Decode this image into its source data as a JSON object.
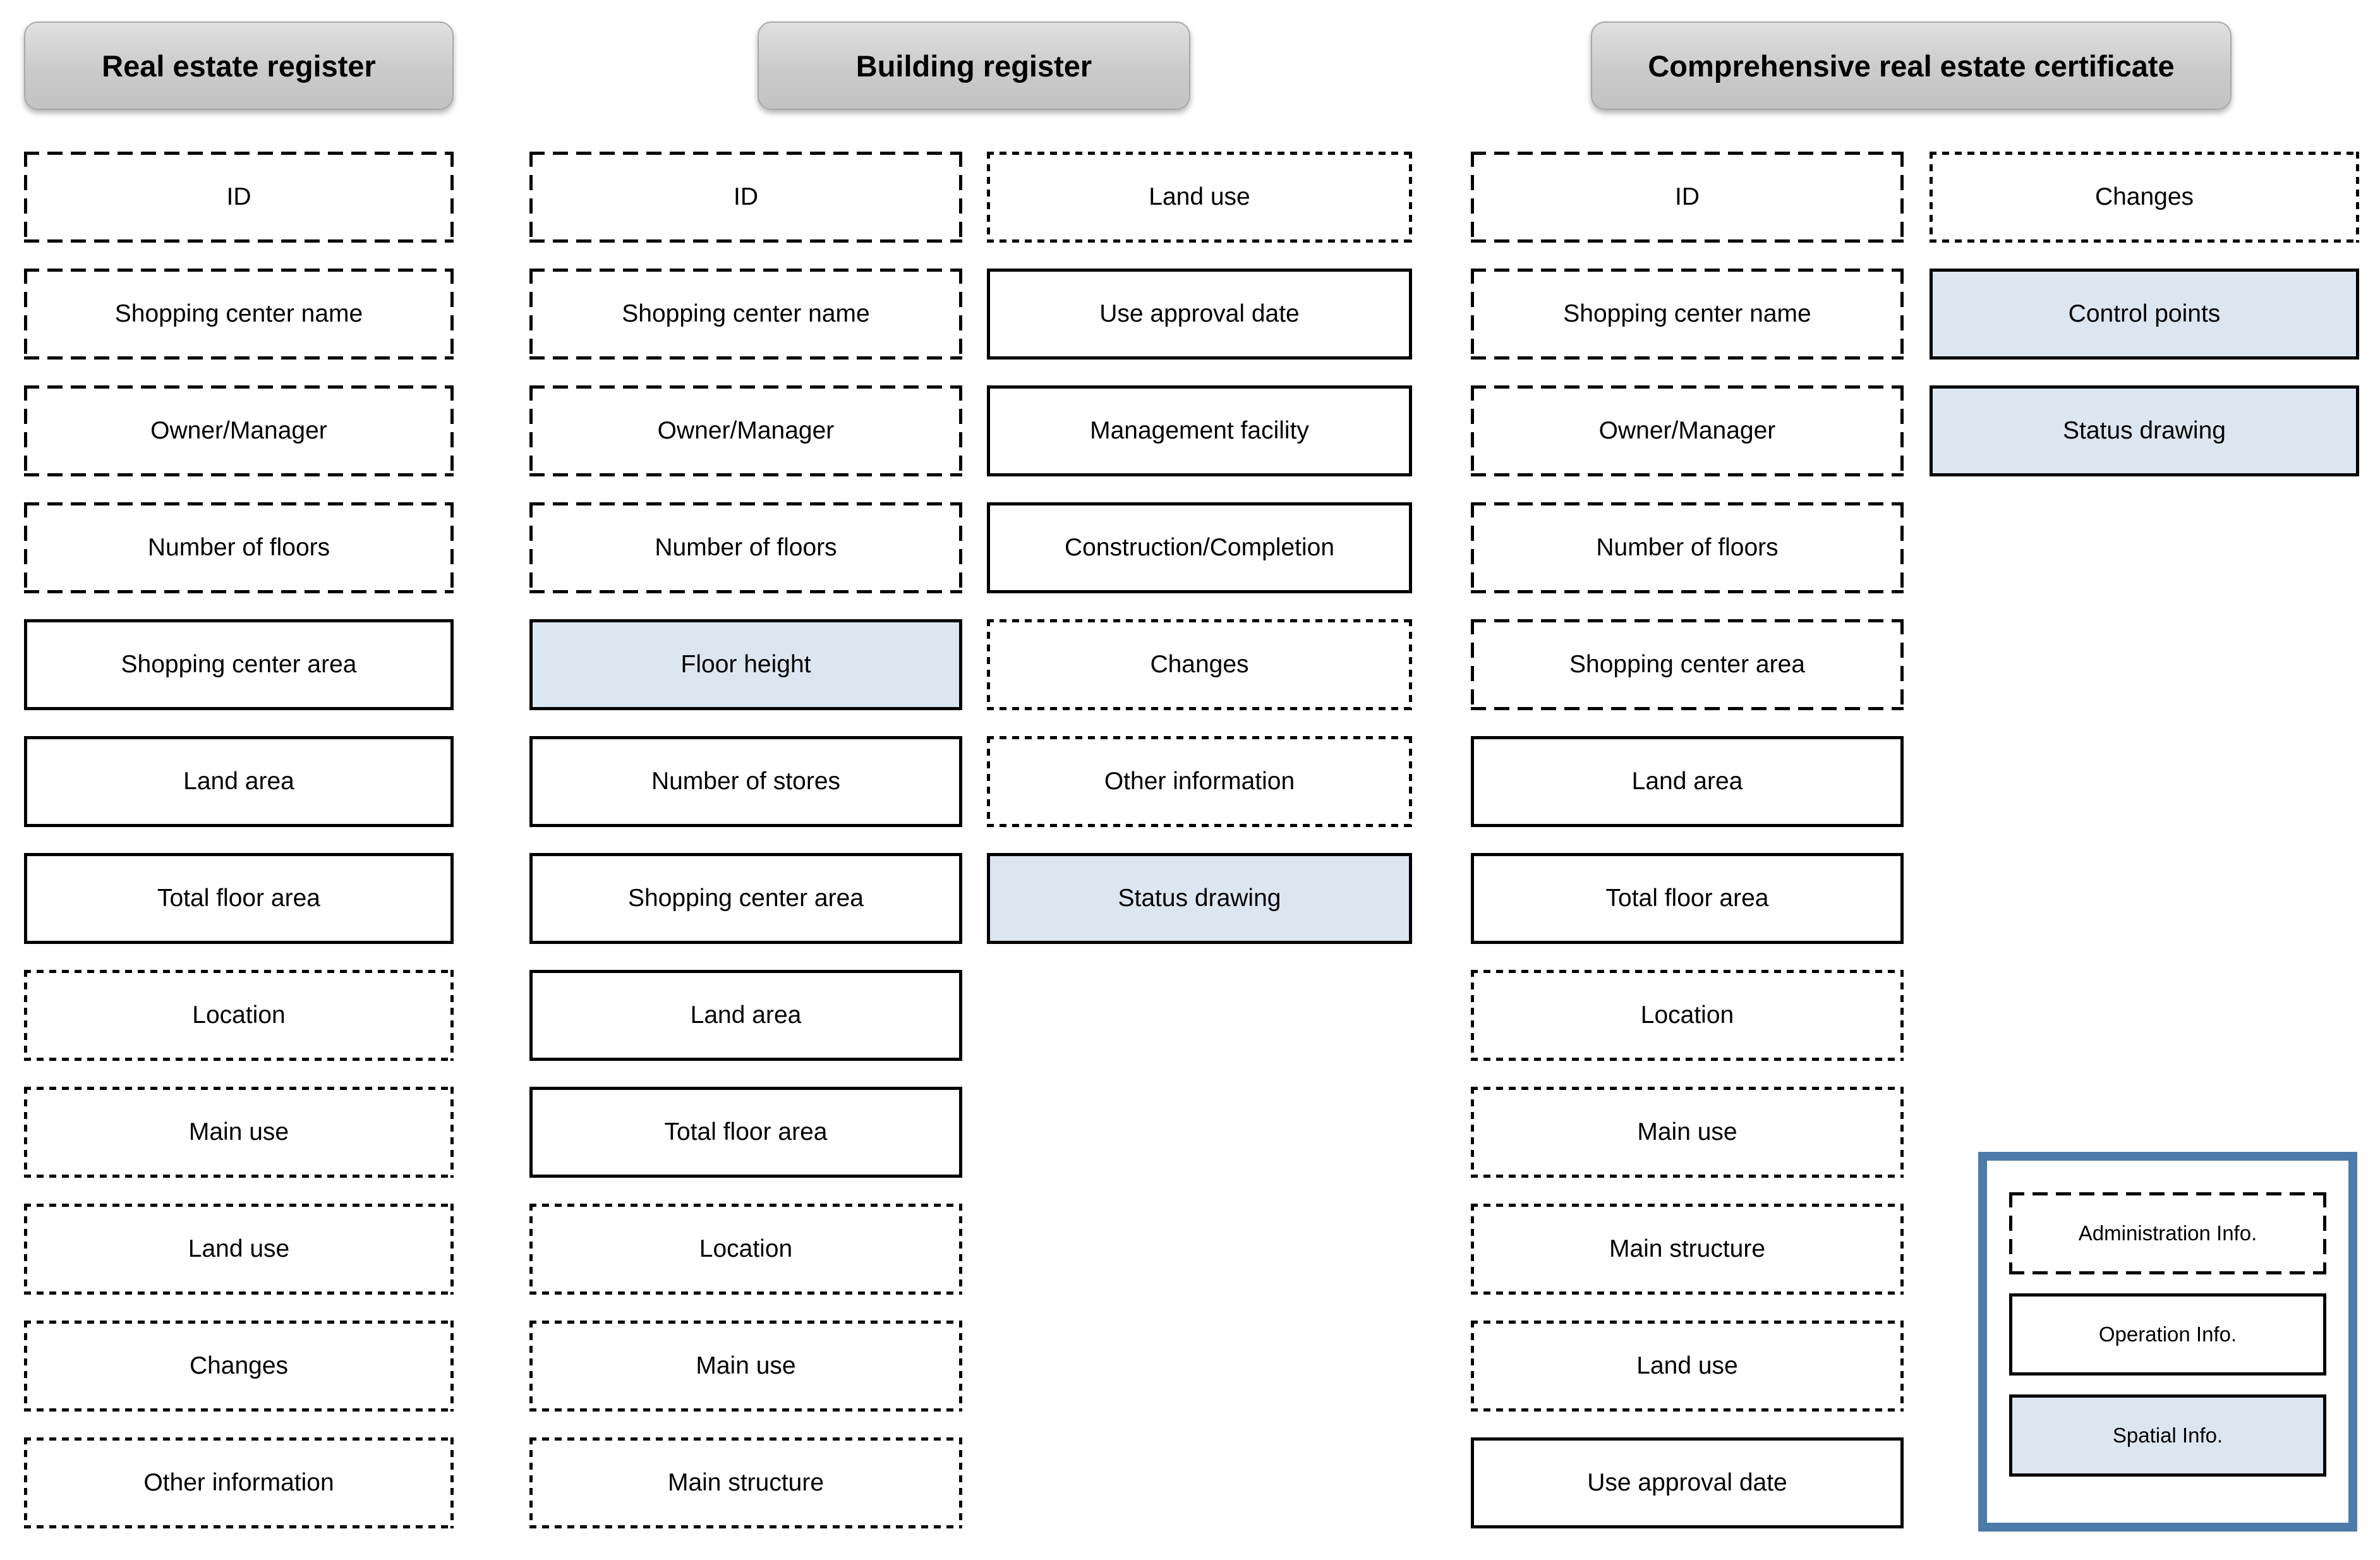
{
  "headers": {
    "real_estate": "Real estate register",
    "building": "Building register",
    "comprehensive": "Comprehensive real estate certificate"
  },
  "columns": {
    "real_estate": [
      {
        "label": "ID",
        "style": "dash-long"
      },
      {
        "label": "Shopping center name",
        "style": "dash-long"
      },
      {
        "label": "Owner/Manager",
        "style": "dash-long"
      },
      {
        "label": "Number of floors",
        "style": "dash-long"
      },
      {
        "label": "Shopping center area",
        "style": "solid"
      },
      {
        "label": "Land area",
        "style": "solid"
      },
      {
        "label": "Total floor area",
        "style": "solid"
      },
      {
        "label": "Location",
        "style": "dash-short"
      },
      {
        "label": "Main use",
        "style": "dash-short"
      },
      {
        "label": "Land use",
        "style": "dash-short"
      },
      {
        "label": "Changes",
        "style": "dash-short"
      },
      {
        "label": "Other information",
        "style": "dash-short"
      }
    ],
    "building_main": [
      {
        "label": "ID",
        "style": "dash-long"
      },
      {
        "label": "Shopping center name",
        "style": "dash-long"
      },
      {
        "label": "Owner/Manager",
        "style": "dash-long"
      },
      {
        "label": "Number of floors",
        "style": "dash-long"
      },
      {
        "label": "Floor height",
        "style": "spatial"
      },
      {
        "label": "Number of stores",
        "style": "solid"
      },
      {
        "label": "Shopping center area",
        "style": "solid"
      },
      {
        "label": "Land area",
        "style": "solid"
      },
      {
        "label": "Total floor area",
        "style": "solid"
      },
      {
        "label": "Location",
        "style": "dash-short"
      },
      {
        "label": "Main use",
        "style": "dash-short"
      },
      {
        "label": "Main structure",
        "style": "dash-short"
      }
    ],
    "building_side": [
      {
        "label": "Land use",
        "style": "dash-short"
      },
      {
        "label": "Use approval date",
        "style": "solid"
      },
      {
        "label": "Management facility",
        "style": "solid"
      },
      {
        "label": "Construction/Completion",
        "style": "solid"
      },
      {
        "label": "Changes",
        "style": "dash-short"
      },
      {
        "label": "Other information",
        "style": "dash-short"
      },
      {
        "label": "Status drawing",
        "style": "spatial"
      }
    ],
    "comprehensive_main": [
      {
        "label": "ID",
        "style": "dash-long"
      },
      {
        "label": "Shopping center name",
        "style": "dash-long"
      },
      {
        "label": "Owner/Manager",
        "style": "dash-long"
      },
      {
        "label": "Number of floors",
        "style": "dash-long"
      },
      {
        "label": "Shopping center area",
        "style": "dash-long"
      },
      {
        "label": "Land area",
        "style": "solid"
      },
      {
        "label": "Total floor area",
        "style": "solid"
      },
      {
        "label": "Location",
        "style": "dash-short"
      },
      {
        "label": "Main use",
        "style": "dash-short"
      },
      {
        "label": "Main structure",
        "style": "dash-short"
      },
      {
        "label": "Land use",
        "style": "dash-short"
      },
      {
        "label": "Use approval date",
        "style": "solid"
      }
    ],
    "comprehensive_side": [
      {
        "label": "Changes",
        "style": "dash-short"
      },
      {
        "label": "Control points",
        "style": "spatial"
      },
      {
        "label": "Status drawing",
        "style": "spatial"
      }
    ]
  },
  "legend": {
    "items": [
      {
        "label": "Administration Info.",
        "style": "dash-long"
      },
      {
        "label": "Operation Info.",
        "style": "solid"
      },
      {
        "label": "Spatial Info.",
        "style": "spatial"
      }
    ]
  },
  "colors": {
    "spatial_fill": "#dce6f1",
    "legend_frame": "#4d7ba9",
    "header_gray": "#cbcbcb",
    "line_black": "#000000"
  }
}
